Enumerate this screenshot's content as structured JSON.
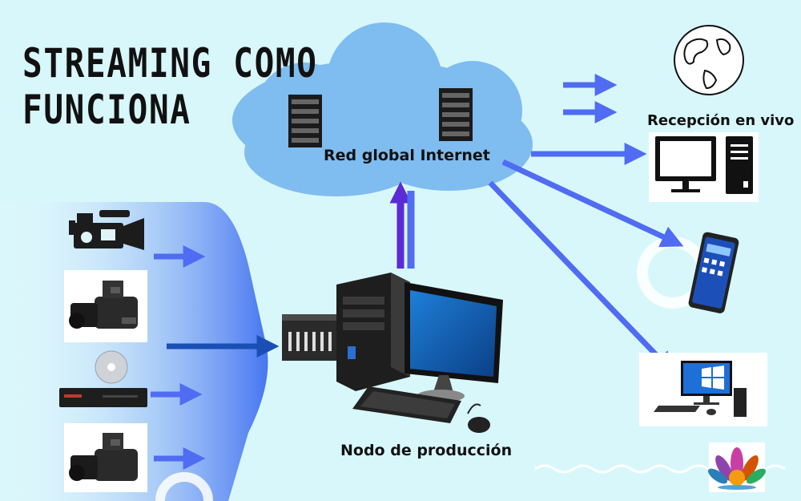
{
  "title": {
    "line1": "STREAMING COMO",
    "line2": "FUNCIONA"
  },
  "labels": {
    "internet": "Red global Internet",
    "reception": "Recepción en vivo",
    "node": "Nodo de producción"
  },
  "sources": [
    "video-camera-icon",
    "camcorder-photo",
    "dvd-player-icon",
    "camcorder-photo"
  ],
  "receivers": [
    "globe-icon",
    "desktop-monitor-icon",
    "smartphone-icon",
    "windows-desktop-icon"
  ],
  "colors": {
    "background": "#d8f7fb",
    "cloud": "#7fbcf0",
    "arrow": "#4f6cf2",
    "upload_arrow": "#5b2bd6",
    "dark_arrow": "#1a4fb4",
    "text": "#111111"
  }
}
